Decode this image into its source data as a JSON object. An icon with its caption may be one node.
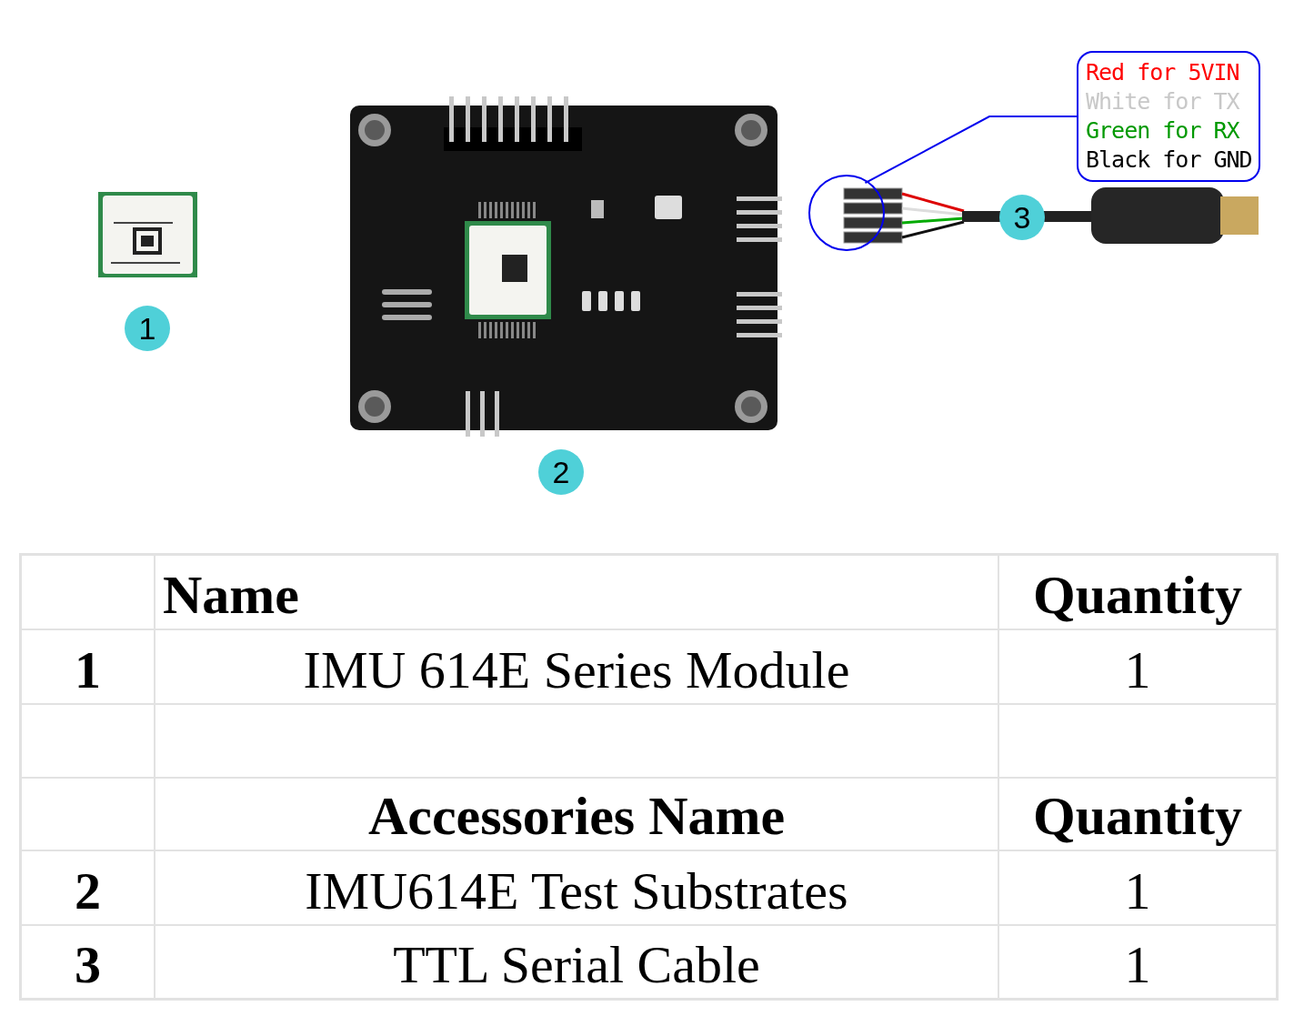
{
  "diagram": {
    "nodes": [
      {
        "text": [
          "Red for 5VIN",
          "White for TX",
          "Green for RX",
          "Black for GND"
        ]
      },
      {
        "text": [],
        "shape": "circle"
      }
    ],
    "edges": [
      {
        "from": 0,
        "to": 1,
        "arrow": "none",
        "color": "#0000ee"
      }
    ],
    "labels": [
      "1",
      "2",
      "3",
      "Name",
      "Quantity",
      "1",
      "IMU 614E Series Module",
      "1",
      "Accessories Name",
      "Quantity",
      "2",
      "IMU614E Test Substrates",
      "1",
      "3",
      "TTL Serial Cable",
      "1"
    ]
  }
}
